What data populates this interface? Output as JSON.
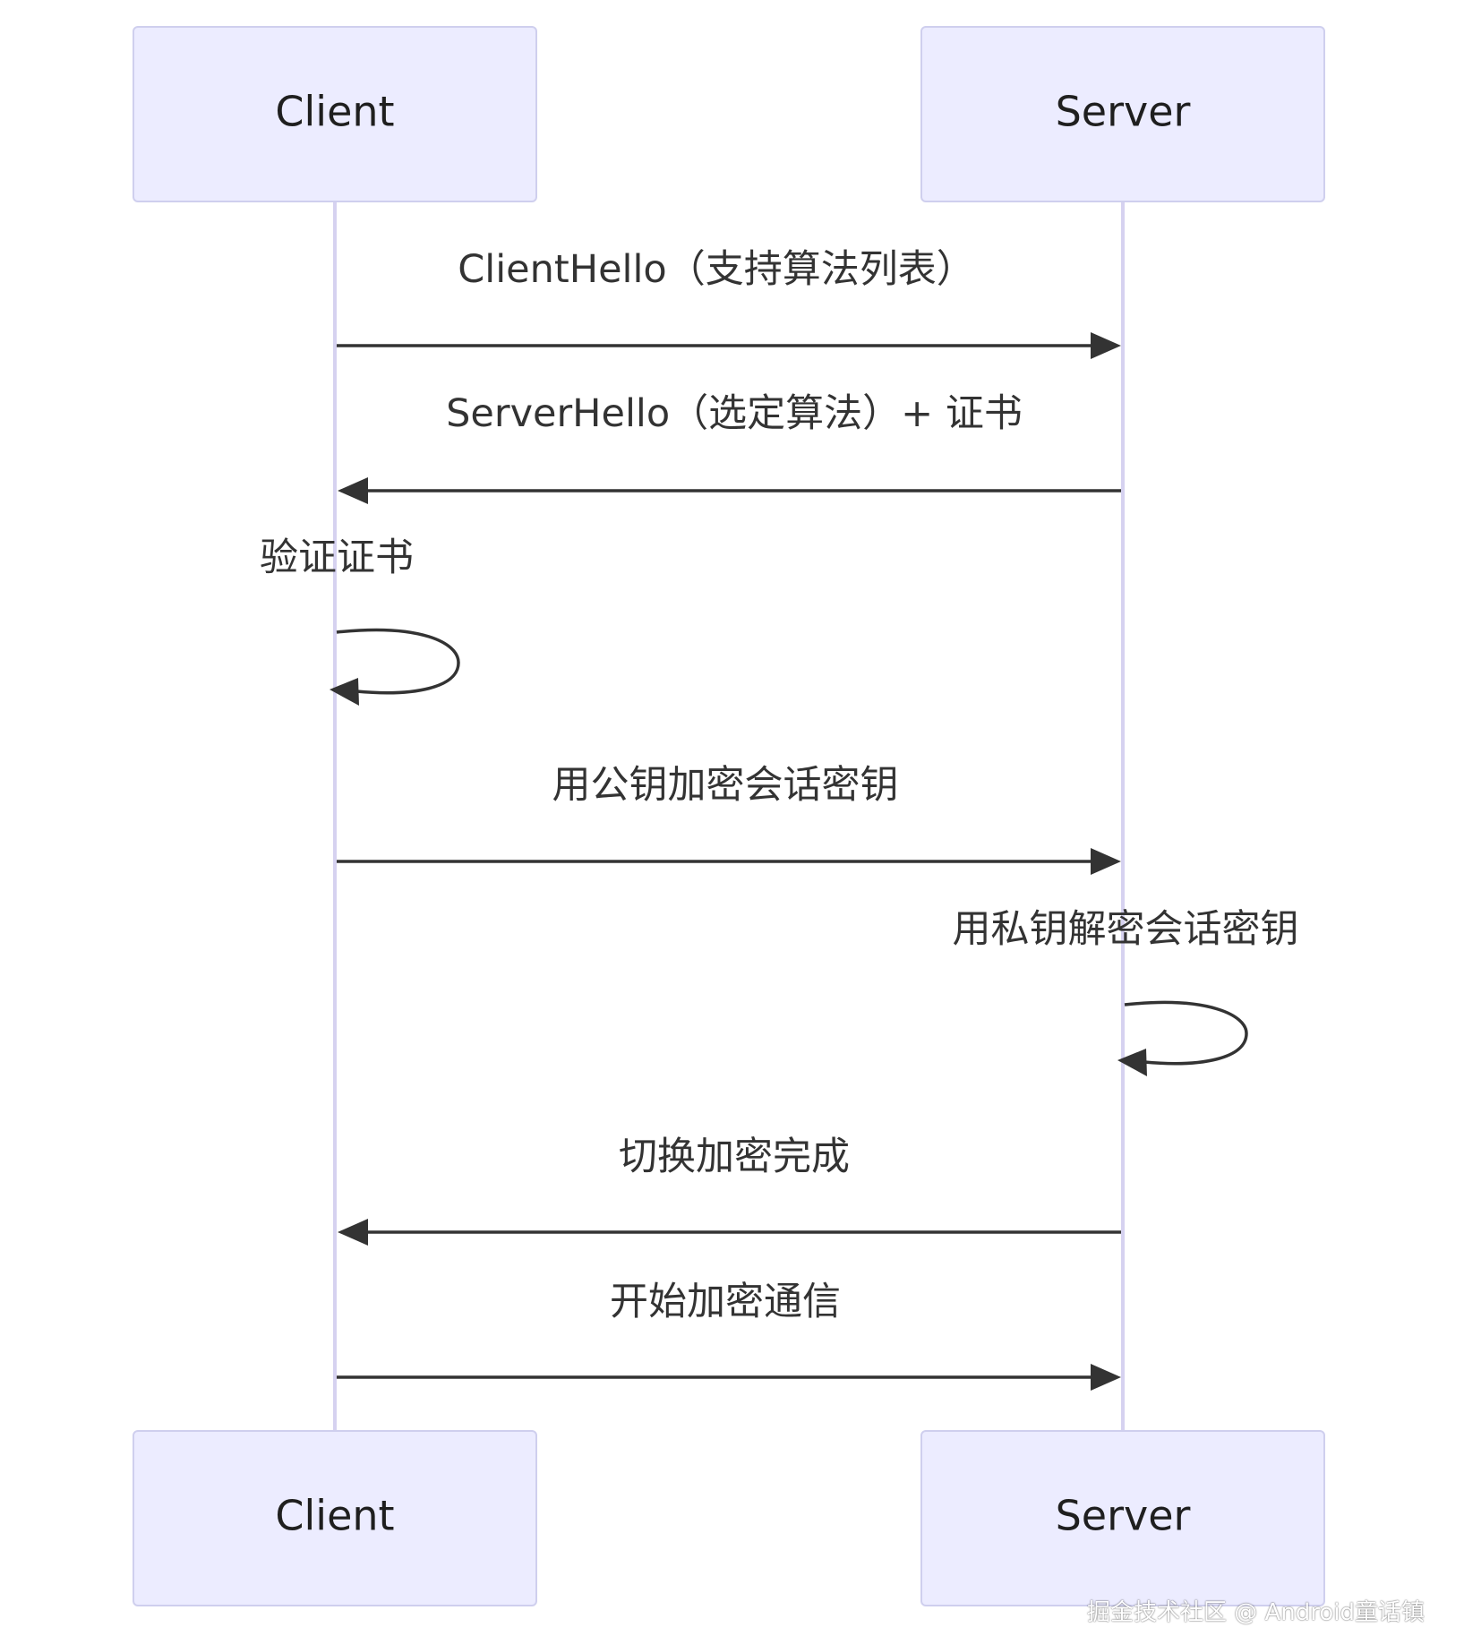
{
  "actors": {
    "left": "Client",
    "right": "Server"
  },
  "messages": [
    {
      "from": "Client",
      "to": "Server",
      "text": "ClientHello（支持算法列表）"
    },
    {
      "from": "Server",
      "to": "Client",
      "text": "ServerHello（选定算法）+ 证书"
    },
    {
      "from": "Client",
      "to": "Client",
      "text": "验证证书"
    },
    {
      "from": "Client",
      "to": "Server",
      "text": "用公钥加密会话密钥"
    },
    {
      "from": "Server",
      "to": "Server",
      "text": "用私钥解密会话密钥"
    },
    {
      "from": "Server",
      "to": "Client",
      "text": "切换加密完成"
    },
    {
      "from": "Client",
      "to": "Server",
      "text": "开始加密通信"
    }
  ],
  "watermark": "掘金技术社区 @ Android童话镇"
}
